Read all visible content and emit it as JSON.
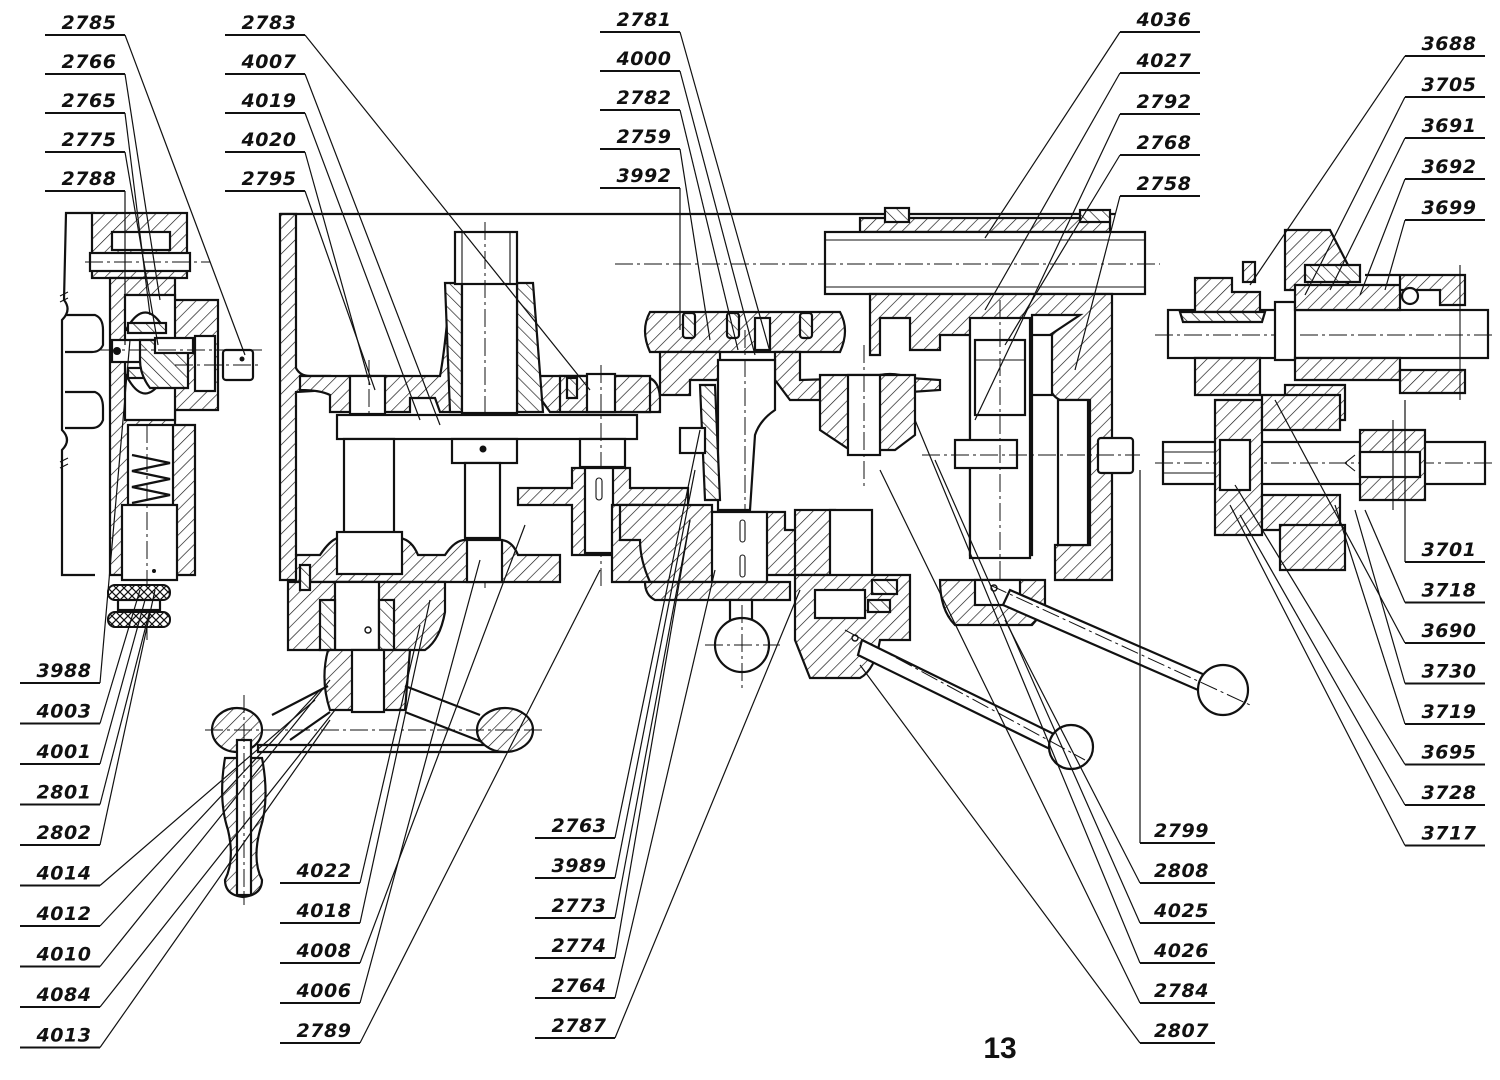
{
  "page_number": "13",
  "views": {
    "left_detail": "indexing-plunger-section",
    "main_section": "gearbox-cross-section",
    "right_detail": "shaft-assembly-section"
  },
  "callouts": {
    "left_top": [
      "2785",
      "2766",
      "2765",
      "2775",
      "2788"
    ],
    "left_bottom": [
      "3988",
      "4003",
      "4001",
      "2801",
      "2802",
      "4014",
      "4012",
      "4010",
      "4084",
      "4013"
    ],
    "center_left_top": [
      "2783",
      "4007",
      "4019",
      "4020",
      "2795"
    ],
    "center_left_bottom": [
      "4022",
      "4018",
      "4008",
      "4006",
      "2789"
    ],
    "center_top": [
      "2781",
      "4000",
      "2782",
      "2759",
      "3992"
    ],
    "center_bottom": [
      "2763",
      "3989",
      "2773",
      "2774",
      "2764",
      "2787"
    ],
    "center_right_top": [
      "4036",
      "4027",
      "2792",
      "2768",
      "2758"
    ],
    "center_right_bottom": [
      "2799",
      "2808",
      "4025",
      "4026",
      "2784",
      "2807"
    ],
    "right_top": [
      "3688",
      "3705",
      "3691",
      "3692",
      "3699"
    ],
    "right_bottom": [
      "3701",
      "3718",
      "3690",
      "3730",
      "3719",
      "3695",
      "3728",
      "3717"
    ]
  }
}
